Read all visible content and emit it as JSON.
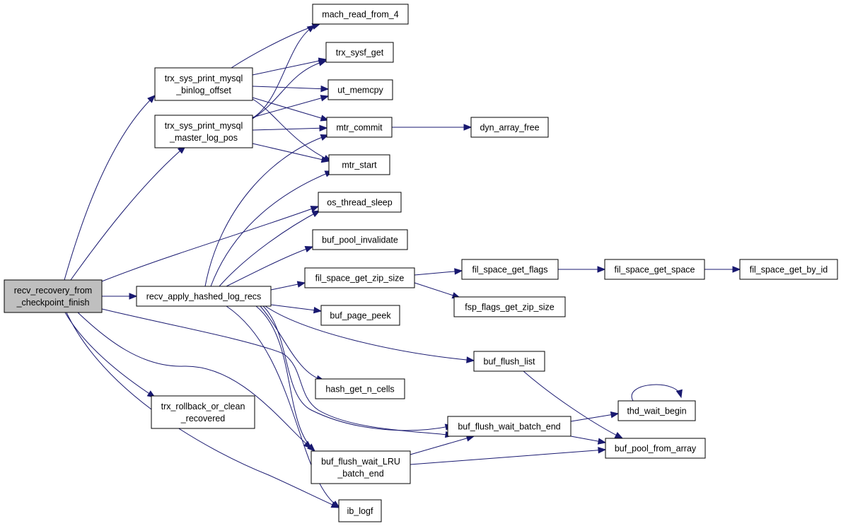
{
  "graph": {
    "nodes": [
      {
        "id": "recv_recovery_from_checkpoint_finish",
        "lines": [
          "recv_recovery_from",
          "_checkpoint_finish"
        ],
        "root": true
      },
      {
        "id": "trx_sys_print_mysql_binlog_offset",
        "lines": [
          "trx_sys_print_mysql",
          "_binlog_offset"
        ]
      },
      {
        "id": "trx_sys_print_mysql_master_log_pos",
        "lines": [
          "trx_sys_print_mysql",
          "_master_log_pos"
        ]
      },
      {
        "id": "recv_apply_hashed_log_recs",
        "lines": [
          "recv_apply_hashed_log_recs"
        ]
      },
      {
        "id": "trx_rollback_or_clean_recovered",
        "lines": [
          "trx_rollback_or_clean",
          "_recovered"
        ]
      },
      {
        "id": "mach_read_from_4",
        "lines": [
          "mach_read_from_4"
        ]
      },
      {
        "id": "trx_sysf_get",
        "lines": [
          "trx_sysf_get"
        ]
      },
      {
        "id": "ut_memcpy",
        "lines": [
          "ut_memcpy"
        ]
      },
      {
        "id": "mtr_commit",
        "lines": [
          "mtr_commit"
        ]
      },
      {
        "id": "mtr_start",
        "lines": [
          "mtr_start"
        ]
      },
      {
        "id": "os_thread_sleep",
        "lines": [
          "os_thread_sleep"
        ]
      },
      {
        "id": "buf_pool_invalidate",
        "lines": [
          "buf_pool_invalidate"
        ]
      },
      {
        "id": "fil_space_get_zip_size",
        "lines": [
          "fil_space_get_zip_size"
        ]
      },
      {
        "id": "buf_page_peek",
        "lines": [
          "buf_page_peek"
        ]
      },
      {
        "id": "hash_get_n_cells",
        "lines": [
          "hash_get_n_cells"
        ]
      },
      {
        "id": "buf_flush_wait_LRU_batch_end",
        "lines": [
          "buf_flush_wait_LRU",
          "_batch_end"
        ]
      },
      {
        "id": "ib_logf",
        "lines": [
          "ib_logf"
        ]
      },
      {
        "id": "dyn_array_free",
        "lines": [
          "dyn_array_free"
        ]
      },
      {
        "id": "fil_space_get_flags",
        "lines": [
          "fil_space_get_flags"
        ]
      },
      {
        "id": "fsp_flags_get_zip_size",
        "lines": [
          "fsp_flags_get_zip_size"
        ]
      },
      {
        "id": "buf_flush_list",
        "lines": [
          "buf_flush_list"
        ]
      },
      {
        "id": "buf_flush_wait_batch_end",
        "lines": [
          "buf_flush_wait_batch_end"
        ]
      },
      {
        "id": "fil_space_get_space",
        "lines": [
          "fil_space_get_space"
        ]
      },
      {
        "id": "thd_wait_begin",
        "lines": [
          "thd_wait_begin"
        ]
      },
      {
        "id": "buf_pool_from_array",
        "lines": [
          "buf_pool_from_array"
        ]
      },
      {
        "id": "fil_space_get_by_id",
        "lines": [
          "fil_space_get_by_id"
        ]
      }
    ],
    "edges": [
      {
        "from": "recv_recovery_from_checkpoint_finish",
        "to": "trx_sys_print_mysql_binlog_offset"
      },
      {
        "from": "recv_recovery_from_checkpoint_finish",
        "to": "trx_sys_print_mysql_master_log_pos"
      },
      {
        "from": "recv_recovery_from_checkpoint_finish",
        "to": "recv_apply_hashed_log_recs"
      },
      {
        "from": "recv_recovery_from_checkpoint_finish",
        "to": "trx_rollback_or_clean_recovered"
      },
      {
        "from": "recv_recovery_from_checkpoint_finish",
        "to": "os_thread_sleep"
      },
      {
        "from": "recv_recovery_from_checkpoint_finish",
        "to": "buf_flush_wait_batch_end"
      },
      {
        "from": "recv_recovery_from_checkpoint_finish",
        "to": "buf_flush_wait_LRU_batch_end"
      },
      {
        "from": "recv_recovery_from_checkpoint_finish",
        "to": "ib_logf"
      },
      {
        "from": "trx_sys_print_mysql_binlog_offset",
        "to": "mach_read_from_4"
      },
      {
        "from": "trx_sys_print_mysql_binlog_offset",
        "to": "trx_sysf_get"
      },
      {
        "from": "trx_sys_print_mysql_binlog_offset",
        "to": "ut_memcpy"
      },
      {
        "from": "trx_sys_print_mysql_binlog_offset",
        "to": "mtr_commit"
      },
      {
        "from": "trx_sys_print_mysql_binlog_offset",
        "to": "mtr_start"
      },
      {
        "from": "trx_sys_print_mysql_master_log_pos",
        "to": "mach_read_from_4"
      },
      {
        "from": "trx_sys_print_mysql_master_log_pos",
        "to": "trx_sysf_get"
      },
      {
        "from": "trx_sys_print_mysql_master_log_pos",
        "to": "ut_memcpy"
      },
      {
        "from": "trx_sys_print_mysql_master_log_pos",
        "to": "mtr_commit"
      },
      {
        "from": "trx_sys_print_mysql_master_log_pos",
        "to": "mtr_start"
      },
      {
        "from": "recv_apply_hashed_log_recs",
        "to": "mtr_commit"
      },
      {
        "from": "recv_apply_hashed_log_recs",
        "to": "mtr_start"
      },
      {
        "from": "recv_apply_hashed_log_recs",
        "to": "os_thread_sleep"
      },
      {
        "from": "recv_apply_hashed_log_recs",
        "to": "buf_pool_invalidate"
      },
      {
        "from": "recv_apply_hashed_log_recs",
        "to": "fil_space_get_zip_size"
      },
      {
        "from": "recv_apply_hashed_log_recs",
        "to": "buf_page_peek"
      },
      {
        "from": "recv_apply_hashed_log_recs",
        "to": "buf_flush_list"
      },
      {
        "from": "recv_apply_hashed_log_recs",
        "to": "hash_get_n_cells"
      },
      {
        "from": "recv_apply_hashed_log_recs",
        "to": "buf_flush_wait_batch_end"
      },
      {
        "from": "recv_apply_hashed_log_recs",
        "to": "buf_flush_wait_LRU_batch_end"
      },
      {
        "from": "recv_apply_hashed_log_recs",
        "to": "ib_logf"
      },
      {
        "from": "mtr_commit",
        "to": "dyn_array_free"
      },
      {
        "from": "fil_space_get_zip_size",
        "to": "fil_space_get_flags"
      },
      {
        "from": "fil_space_get_zip_size",
        "to": "fsp_flags_get_zip_size"
      },
      {
        "from": "fil_space_get_flags",
        "to": "fil_space_get_space"
      },
      {
        "from": "fil_space_get_space",
        "to": "fil_space_get_by_id"
      },
      {
        "from": "buf_flush_list",
        "to": "buf_pool_from_array"
      },
      {
        "from": "buf_flush_wait_batch_end",
        "to": "thd_wait_begin"
      },
      {
        "from": "buf_flush_wait_batch_end",
        "to": "buf_pool_from_array"
      },
      {
        "from": "buf_flush_wait_LRU_batch_end",
        "to": "buf_flush_wait_batch_end"
      },
      {
        "from": "buf_flush_wait_LRU_batch_end",
        "to": "buf_pool_from_array"
      },
      {
        "from": "thd_wait_begin",
        "to": "thd_wait_begin"
      }
    ]
  }
}
